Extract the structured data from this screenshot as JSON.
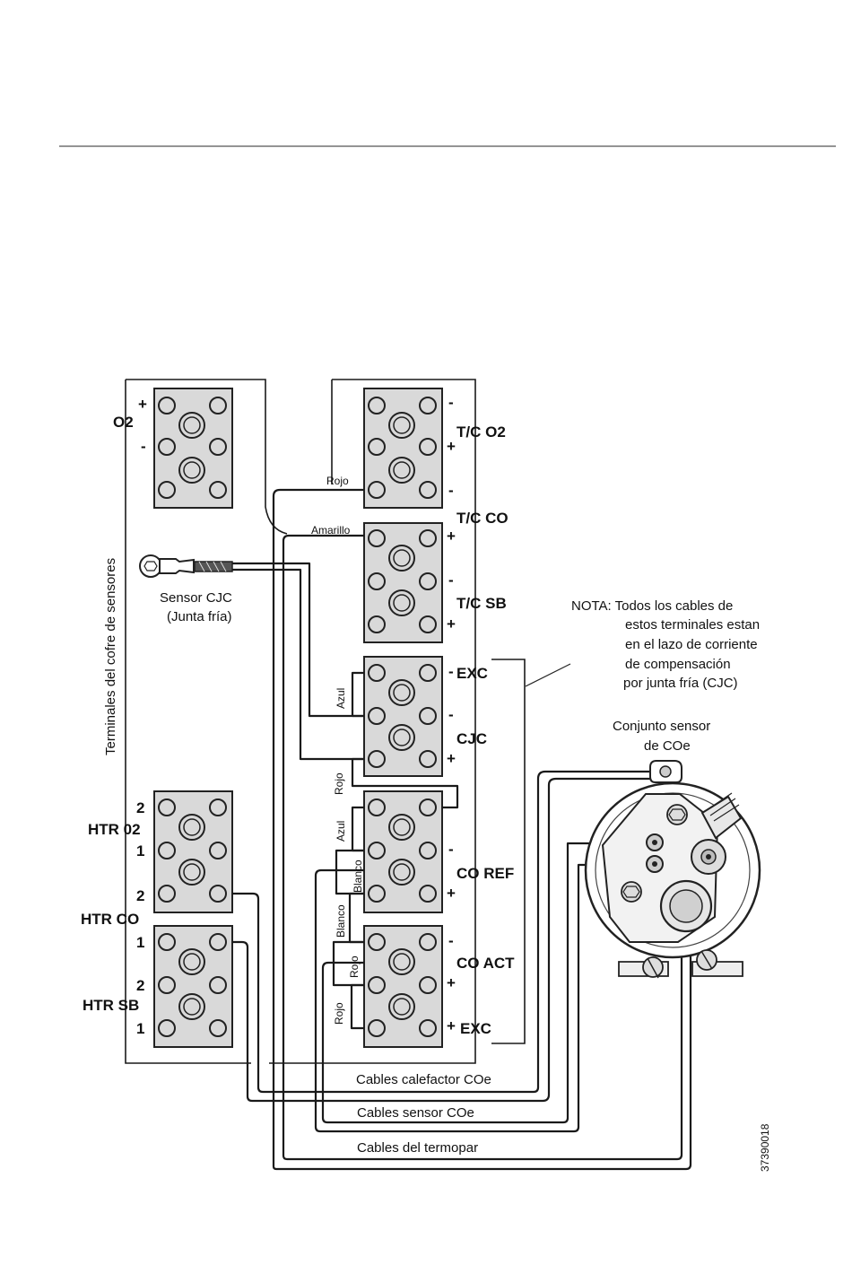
{
  "left_group": {
    "title": "Terminales del cofre de sensores",
    "o2": {
      "label": "O2",
      "plus": "+",
      "minus": "-"
    },
    "cjc_sensor": {
      "line1": "Sensor CJC",
      "line2": "(Junta fría)"
    },
    "htr_o2": {
      "label": "HTR 02",
      "n2": "2",
      "n1": "1"
    },
    "htr_co": {
      "label": "HTR CO",
      "n2": "2",
      "n1": "1"
    },
    "htr_sb": {
      "label": "HTR SB",
      "n2": "2",
      "n1": "1"
    }
  },
  "right_group": {
    "tc_o2": {
      "label": "T/C O2",
      "t1": "-",
      "t2": "+",
      "t3": "-"
    },
    "tc_co": {
      "label": "T/C CO",
      "t1": "+",
      "t2": "-",
      "t3": "+"
    },
    "tc_sb": {
      "label": "T/C SB"
    },
    "exc_top": {
      "label": "EXC",
      "sign": "-"
    },
    "cjc": {
      "label": "CJC",
      "t1": "-",
      "t2": "+"
    },
    "co_ref": {
      "label": "CO REF",
      "t1": "-",
      "t2": "+"
    },
    "co_act": {
      "label": "CO ACT",
      "t1": "-",
      "t2": "+"
    },
    "exc_bottom": {
      "label": "EXC",
      "sign": "+"
    }
  },
  "wire_labels": {
    "rojo_1": "Rojo",
    "amarillo": "Amarillo",
    "azul_1": "Azul",
    "rojo_2": "Rojo",
    "azul_2": "Azul",
    "blanco_1": "Blanco",
    "blanco_2": "Blanco",
    "rojo_3": "Rojo",
    "rojo_4": "Rojo"
  },
  "note": {
    "line1": "NOTA: Todos los cables de",
    "line2": "estos terminales estan",
    "line3": "en el lazo de corriente",
    "line4": "de compensación",
    "line5": "por junta fría (CJC)"
  },
  "assembly": {
    "line1": "Conjunto sensor",
    "line2": "de COe"
  },
  "cables": {
    "heater": "Cables calefactor COe",
    "sensor": "Cables sensor COe",
    "thermo": "Cables del termopar"
  },
  "figure_number": "37390018"
}
